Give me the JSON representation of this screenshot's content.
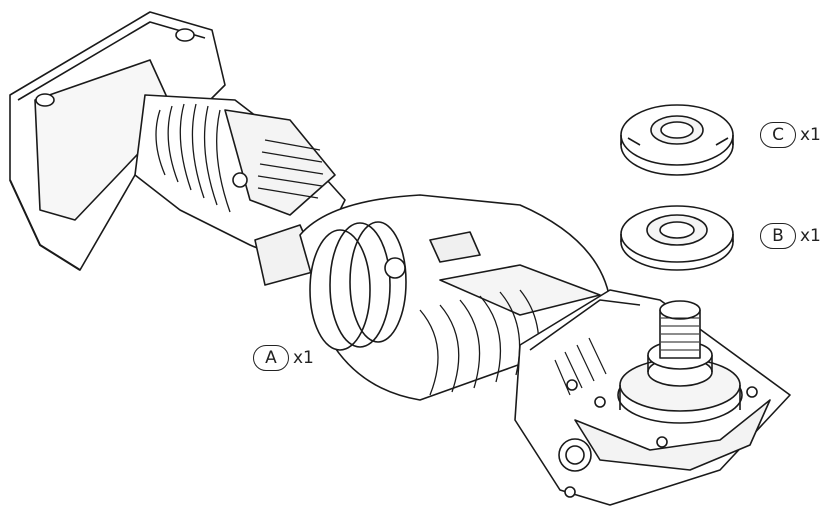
{
  "parts": {
    "a": {
      "letter": "A",
      "qty": "x1"
    },
    "b": {
      "letter": "B",
      "qty": "x1"
    },
    "c": {
      "letter": "C",
      "qty": "x1"
    }
  },
  "colors": {
    "line": "#1a1a1a",
    "fill": "#ffffff",
    "shade": "#eeeeee"
  }
}
